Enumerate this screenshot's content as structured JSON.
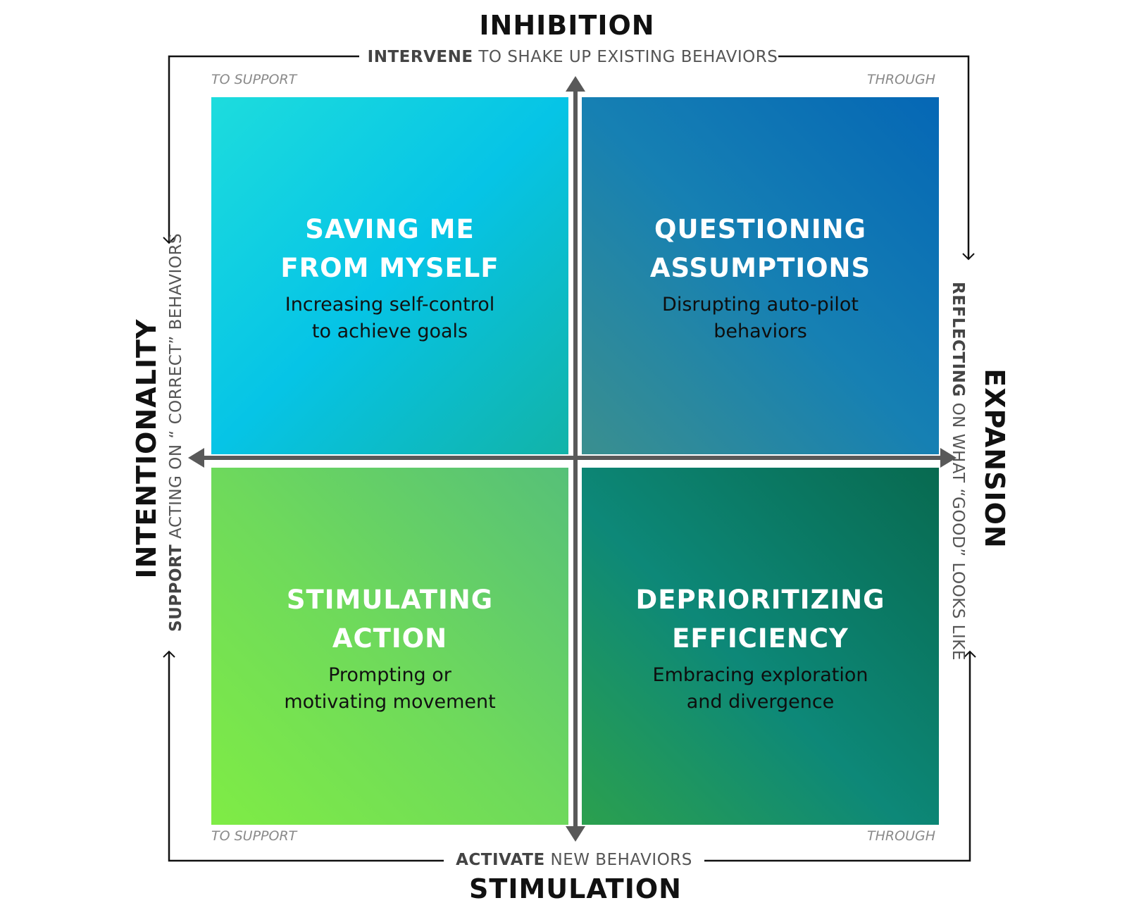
{
  "top_axis": {
    "title": "INHIBITION",
    "sub_bold": "INTERVENE",
    "sub_rest": " TO SHAKE UP EXISTING BEHAVIORS"
  },
  "bottom_axis": {
    "title": "STIMULATION",
    "sub_bold": "ACTIVATE",
    "sub_rest": " NEW BEHAVIORS"
  },
  "left_axis": {
    "title": "INTENTIONALITY",
    "sub_bold": "SUPPORT",
    "sub_rest": " ACTING ON “ CORRECT” BEHAVIORS"
  },
  "right_axis": {
    "title": "EXPANSION",
    "sub_bold": "REFLECTING",
    "sub_rest": " ON WHAT “GOOD” LOOKS LIKE"
  },
  "corners": {
    "top_left": "TO SUPPORT",
    "top_right": "THROUGH",
    "bottom_left": "TO SUPPORT",
    "bottom_right": "THROUGH"
  },
  "quadrants": {
    "top_left": {
      "title_line1": "SAVING ME",
      "title_line2": "FROM MYSELF",
      "desc_line1": "Increasing self-control",
      "desc_line2": "to achieve goals"
    },
    "top_right": {
      "title_line1": "QUESTIONING",
      "title_line2": "ASSUMPTIONS",
      "desc_line1": "Disrupting auto-pilot",
      "desc_line2": "behaviors"
    },
    "bottom_left": {
      "title_line1": "STIMULATING",
      "title_line2": "ACTION",
      "desc_line1": "Prompting or",
      "desc_line2": "motivating movement"
    },
    "bottom_right": {
      "title_line1": "DEPRIORITIZING",
      "title_line2": "EFFICIENCY",
      "desc_line1": "Embracing exploration",
      "desc_line2": "and divergence"
    }
  },
  "colors": {
    "axis_arrow": "#595959",
    "bracket_line": "#111111",
    "title_text": "#111111",
    "subtitle_text": "#555555",
    "corner_text": "#8a8a8a"
  }
}
